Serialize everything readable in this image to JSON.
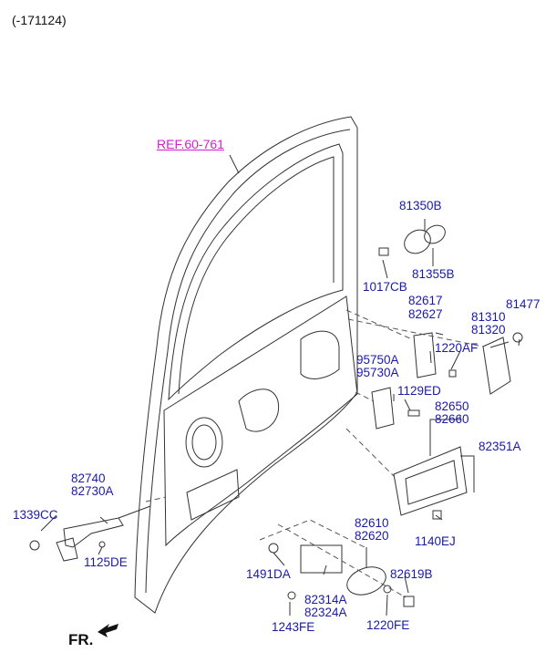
{
  "header": {
    "range": "(-171124)"
  },
  "ref": "REF.60-761",
  "direction": {
    "label": "FR."
  },
  "parts": [
    "81350B",
    "1017CB",
    "81355B",
    "82617",
    "82627",
    "1220AF",
    "81477",
    "81310",
    "81320",
    "95750A",
    "95730A",
    "1129ED",
    "82650",
    "82660",
    "82351A",
    "1140EJ",
    "82740",
    "82730A",
    "1339CC",
    "1125DE",
    "82610",
    "82620",
    "82619B",
    "1491DA",
    "82314A",
    "82324A",
    "1243FE",
    "1220FE"
  ],
  "colors": {
    "label": "#1a1aa8",
    "ref": "#d81ad8",
    "line": "#333333"
  }
}
